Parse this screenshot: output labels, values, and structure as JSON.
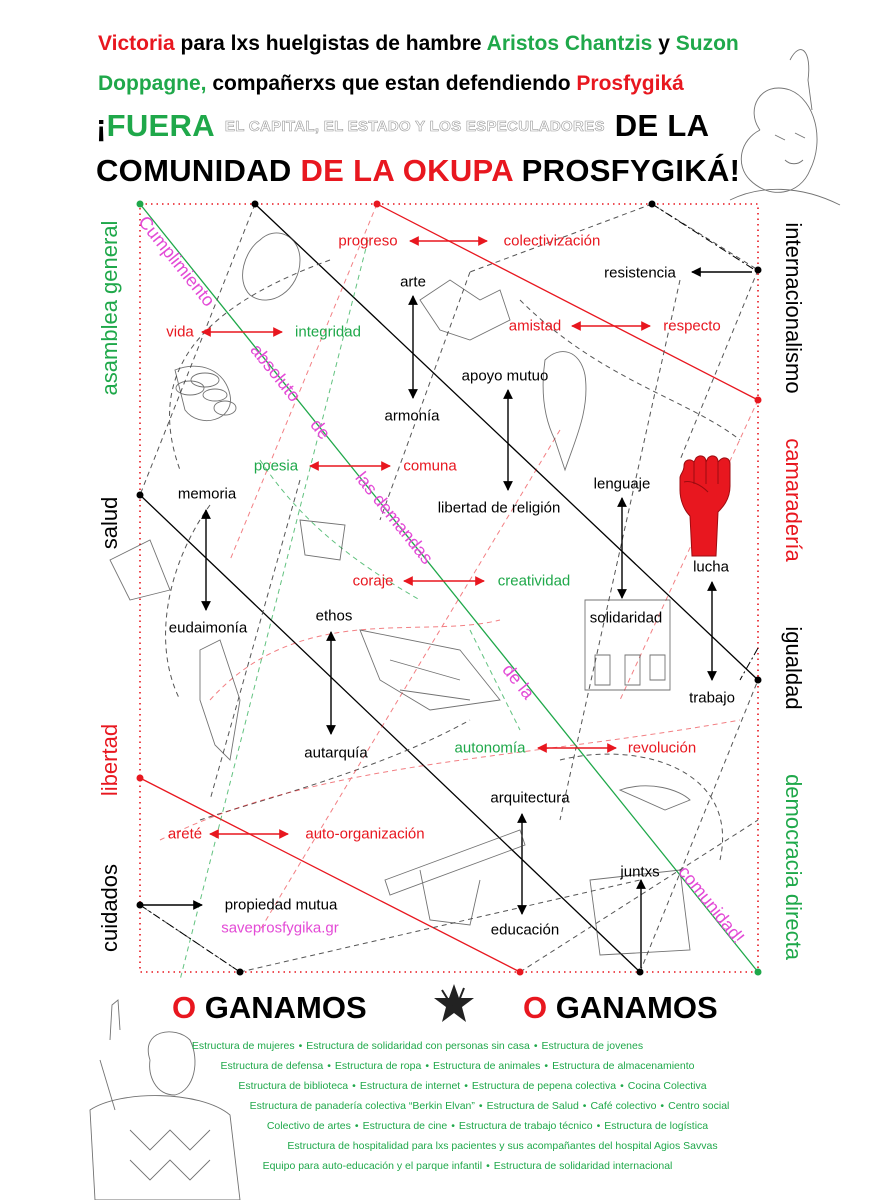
{
  "header": {
    "l1": [
      {
        "t": "Victoria",
        "c": "red"
      },
      {
        "t": " para lxs huelgistas de hambre ",
        "c": "black"
      },
      {
        "t": "Aristos Chantzis",
        "c": "green"
      },
      {
        "t": " y ",
        "c": "black"
      },
      {
        "t": "Suzon",
        "c": "green"
      }
    ],
    "l2": [
      {
        "t": "Doppagne,",
        "c": "green"
      },
      {
        "t": " compañerxs que estan defendiendo ",
        "c": "black"
      },
      {
        "t": "Prosfygiká",
        "c": "red"
      }
    ],
    "fuera_a": "¡",
    "fuera_b": "FUERA",
    "fuera_small": "EL CAPITAL, EL ESTADO Y LOS ESPECULADORES",
    "fuera_c": "DE LA",
    "l4_a": "COMUNIDAD ",
    "l4_b": "DE LA OKUPA",
    "l4_c": " PROSFYGIKÁ!"
  },
  "sides": {
    "left": [
      {
        "t": "asamblea general",
        "c": "green"
      },
      {
        "t": "salud",
        "c": "black"
      },
      {
        "t": "libertad",
        "c": "red"
      },
      {
        "t": "cuidados",
        "c": "black"
      }
    ],
    "right": [
      {
        "t": "internacionalismo",
        "c": "black"
      },
      {
        "t": "camaradería",
        "c": "red"
      },
      {
        "t": "igualdad",
        "c": "black"
      },
      {
        "t": "democracia directa",
        "c": "green"
      }
    ]
  },
  "diagonal": [
    "Cumplimiento",
    "absoluto",
    "de",
    "las demandas",
    "de la",
    "comunidad!"
  ],
  "nodes": {
    "progreso": "progreso",
    "colectivizacion": "colectivización",
    "arte": "arte",
    "resistencia": "resistencia",
    "vida": "vida",
    "integridad": "integridad",
    "amistad": "amistad",
    "respecto": "respecto",
    "apoyo": "apoyo mutuo",
    "armonia": "armonía",
    "poesia": "poesia",
    "comuna": "comuna",
    "lenguaje": "lenguaje",
    "memoria": "memoria",
    "libertad_religion": "libertad de religión",
    "coraje": "coraje",
    "creatividad": "creatividad",
    "lucha": "lucha",
    "eudaimonia": "eudaimonía",
    "ethos": "ethos",
    "solidaridad": "solidaridad",
    "trabajo": "trabajo",
    "autarquia": "autarquía",
    "autonomia": "autonomía",
    "revolucion": "revolución",
    "arquitectura": "arquitectura",
    "arete": "areté",
    "autoorg": "auto-organización",
    "juntxs": "juntxs",
    "propiedad": "propiedad mutua",
    "web": "saveprosfygika.gr",
    "educacion": "educación"
  },
  "footer": {
    "o1": "O",
    "g1": "GANAMOS",
    "o2": "O",
    "g2": "GANAMOS",
    "lines": [
      [
        "Estructura de mujeres",
        "Estructura de solidaridad con personas sin casa",
        "Estructura de jovenes"
      ],
      [
        "Estructura de defensa",
        "Estructura de ropa",
        "Estructura de animales",
        "Estructura de almacenamiento"
      ],
      [
        "Estructura de biblioteca",
        "Estructura de internet",
        "Estructura de pepena colectiva",
        "Cocina Colectiva"
      ],
      [
        "Estructura de panadería colectiva “Berkin Elvan”",
        "Estructura de Salud",
        "Café colectivo",
        "Centro social"
      ],
      [
        "Colectivo de artes",
        "Estructura de cine",
        "Estructura de trabajo técnico",
        "Estructura de logística"
      ],
      [
        "Estructura de hospitalidad para lxs pacientes y sus acompañantes del hospital Agios Savvas"
      ],
      [
        "Equipo para auto-educación y el parque infantil",
        "Estructura de solidaridad internacional"
      ]
    ],
    "sep": "•"
  },
  "colors": {
    "red": "#e8171f",
    "green": "#1fa84a",
    "pink": "#e34ad6",
    "black": "#000000"
  },
  "icons": [
    "fist-icon",
    "star-icon"
  ]
}
